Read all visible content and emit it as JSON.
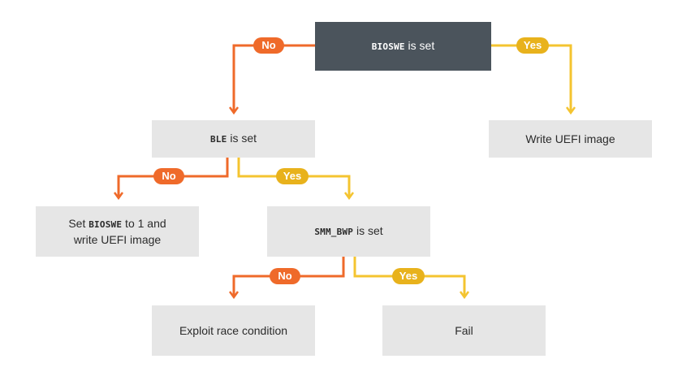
{
  "colors": {
    "no": "#ef6a2a",
    "yes": "#f4c430",
    "yes_pill": "#e8b21c",
    "box": "#e6e6e6",
    "box_dark": "#4b545c"
  },
  "nodes": {
    "bioswe_check": {
      "code": "BIOSWE",
      "text": " is set"
    },
    "ble_check": {
      "code": "BLE",
      "text": " is set"
    },
    "write_uefi": {
      "text": "Write UEFI image"
    },
    "set_bioswe": {
      "pre": "Set ",
      "code": "BIOSWE",
      "post": " to 1 and",
      "line2": "write UEFI image"
    },
    "smm_bwp_check": {
      "code": "SMM_BWP",
      "text": " is set"
    },
    "exploit_race": {
      "text": "Exploit race condition"
    },
    "fail": {
      "text": "Fail"
    }
  },
  "edges": {
    "no_label": "No",
    "yes_label": "Yes"
  }
}
